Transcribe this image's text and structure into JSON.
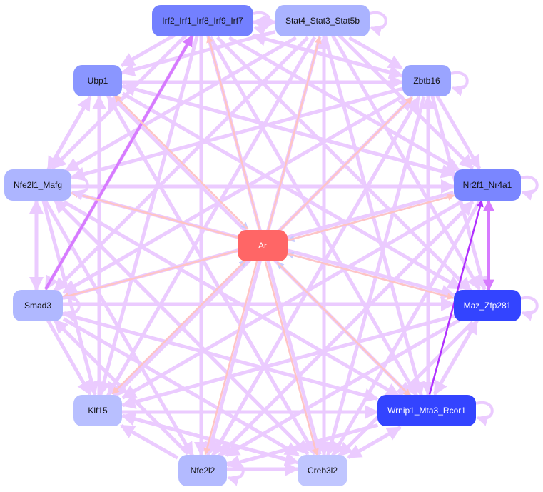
{
  "graph": {
    "nodes": [
      {
        "id": "irf",
        "label": "Irf2_Irf1_Irf8_Irf9_Irf7",
        "fill": "#7380ff",
        "text": "#111111"
      },
      {
        "id": "stat",
        "label": "Stat4_Stat3_Stat5b",
        "fill": "#aab3ff",
        "text": "#111111"
      },
      {
        "id": "ubp",
        "label": "Ubp1",
        "fill": "#8a96ff",
        "text": "#111111"
      },
      {
        "id": "zbtb",
        "label": "Zbtb16",
        "fill": "#9aa4ff",
        "text": "#111111"
      },
      {
        "id": "nfe1",
        "label": "Nfe2l1_Mafg",
        "fill": "#adb5ff",
        "text": "#111111"
      },
      {
        "id": "nr2",
        "label": "Nr2f1_Nr4a1",
        "fill": "#7a86ff",
        "text": "#111111"
      },
      {
        "id": "ar",
        "label": "Ar",
        "fill": "#ff6666",
        "text": "#ffffff"
      },
      {
        "id": "smad",
        "label": "Smad3",
        "fill": "#b0b8ff",
        "text": "#111111"
      },
      {
        "id": "maz",
        "label": "Maz_Zfp281",
        "fill": "#3344ff",
        "text": "#ffffff"
      },
      {
        "id": "klf",
        "label": "Klf15",
        "fill": "#b8bfff",
        "text": "#111111"
      },
      {
        "id": "wrn",
        "label": "Wrnip1_Mta3_Rcor1",
        "fill": "#3344ff",
        "text": "#ffffff"
      },
      {
        "id": "nfe2",
        "label": "Nfe2l2",
        "fill": "#b3baff",
        "text": "#111111"
      },
      {
        "id": "creb",
        "label": "Creb3l2",
        "fill": "#c0c6ff",
        "text": "#111111"
      }
    ],
    "edge_colors": {
      "tf": "#ebcbff",
      "ar_out": "#ffc4c4",
      "ar_in": "#c8ccff",
      "strong": "#b030ff",
      "medium": "#d77bff"
    },
    "edges": [
      [
        "irf",
        "stat",
        "tf"
      ],
      [
        "stat",
        "irf",
        "tf"
      ],
      [
        "irf",
        "ubp",
        "tf"
      ],
      [
        "irf",
        "zbtb",
        "tf"
      ],
      [
        "irf",
        "nfe1",
        "tf"
      ],
      [
        "irf",
        "nr2",
        "tf"
      ],
      [
        "irf",
        "smad",
        "tf"
      ],
      [
        "irf",
        "maz",
        "tf"
      ],
      [
        "irf",
        "klf",
        "tf"
      ],
      [
        "irf",
        "wrn",
        "tf"
      ],
      [
        "irf",
        "nfe2",
        "tf"
      ],
      [
        "irf",
        "creb",
        "tf"
      ],
      [
        "stat",
        "ubp",
        "tf"
      ],
      [
        "stat",
        "zbtb",
        "tf"
      ],
      [
        "stat",
        "nfe1",
        "tf"
      ],
      [
        "stat",
        "nr2",
        "tf"
      ],
      [
        "stat",
        "smad",
        "tf"
      ],
      [
        "stat",
        "maz",
        "tf"
      ],
      [
        "stat",
        "klf",
        "tf"
      ],
      [
        "stat",
        "wrn",
        "tf"
      ],
      [
        "stat",
        "nfe2",
        "tf"
      ],
      [
        "stat",
        "creb",
        "tf"
      ],
      [
        "ubp",
        "zbtb",
        "tf"
      ],
      [
        "ubp",
        "nfe1",
        "tf"
      ],
      [
        "ubp",
        "nr2",
        "tf"
      ],
      [
        "ubp",
        "maz",
        "tf"
      ],
      [
        "ubp",
        "wrn",
        "tf"
      ],
      [
        "ubp",
        "creb",
        "tf"
      ],
      [
        "zbtb",
        "nfe1",
        "tf"
      ],
      [
        "zbtb",
        "nr2",
        "tf"
      ],
      [
        "zbtb",
        "smad",
        "tf"
      ],
      [
        "zbtb",
        "maz",
        "tf"
      ],
      [
        "zbtb",
        "klf",
        "tf"
      ],
      [
        "zbtb",
        "wrn",
        "tf"
      ],
      [
        "zbtb",
        "nfe2",
        "tf"
      ],
      [
        "zbtb",
        "creb",
        "tf"
      ],
      [
        "zbtb",
        "irf",
        "tf"
      ],
      [
        "nfe1",
        "nr2",
        "tf"
      ],
      [
        "nfe1",
        "smad",
        "tf"
      ],
      [
        "nfe1",
        "maz",
        "tf"
      ],
      [
        "nfe1",
        "klf",
        "tf"
      ],
      [
        "nfe1",
        "wrn",
        "tf"
      ],
      [
        "nfe1",
        "nfe2",
        "tf"
      ],
      [
        "nfe1",
        "creb",
        "tf"
      ],
      [
        "nfe1",
        "ubp",
        "tf"
      ],
      [
        "nr2",
        "smad",
        "tf"
      ],
      [
        "nr2",
        "klf",
        "tf"
      ],
      [
        "nr2",
        "nfe2",
        "tf"
      ],
      [
        "nr2",
        "creb",
        "tf"
      ],
      [
        "nr2",
        "ubp",
        "tf"
      ],
      [
        "smad",
        "maz",
        "tf"
      ],
      [
        "smad",
        "klf",
        "tf"
      ],
      [
        "smad",
        "wrn",
        "tf"
      ],
      [
        "smad",
        "creb",
        "tf"
      ],
      [
        "smad",
        "nfe1",
        "tf"
      ],
      [
        "smad",
        "irf",
        "medium"
      ],
      [
        "maz",
        "klf",
        "tf"
      ],
      [
        "maz",
        "nfe2",
        "tf"
      ],
      [
        "maz",
        "creb",
        "tf"
      ],
      [
        "maz",
        "wrn",
        "tf"
      ],
      [
        "klf",
        "wrn",
        "tf"
      ],
      [
        "klf",
        "creb",
        "tf"
      ],
      [
        "klf",
        "ubp",
        "tf"
      ],
      [
        "klf",
        "zbtb",
        "tf"
      ],
      [
        "wrn",
        "nfe2",
        "tf"
      ],
      [
        "wrn",
        "creb",
        "tf"
      ],
      [
        "wrn",
        "maz",
        "tf"
      ],
      [
        "wrn",
        "zbtb",
        "tf"
      ],
      [
        "nfe2",
        "creb",
        "tf"
      ],
      [
        "nfe2",
        "klf",
        "tf"
      ],
      [
        "nfe2",
        "smad",
        "tf"
      ],
      [
        "nfe2",
        "nr2",
        "tf"
      ],
      [
        "nfe2",
        "zbtb",
        "tf"
      ],
      [
        "creb",
        "wrn",
        "tf"
      ],
      [
        "creb",
        "nfe1",
        "tf"
      ],
      [
        "creb",
        "ubp",
        "tf"
      ],
      [
        "creb",
        "klf",
        "tf"
      ],
      [
        "creb",
        "stat",
        "tf"
      ],
      [
        "nr2",
        "maz",
        "medium"
      ],
      [
        "maz",
        "nr2",
        "medium"
      ],
      [
        "wrn",
        "nr2",
        "strong"
      ],
      [
        "ar",
        "irf",
        "ar_out"
      ],
      [
        "ar",
        "stat",
        "ar_out"
      ],
      [
        "ar",
        "ubp",
        "ar_out"
      ],
      [
        "ar",
        "zbtb",
        "ar_out"
      ],
      [
        "ar",
        "nfe1",
        "ar_out"
      ],
      [
        "ar",
        "nr2",
        "ar_out"
      ],
      [
        "ar",
        "smad",
        "ar_out"
      ],
      [
        "ar",
        "maz",
        "ar_out"
      ],
      [
        "ar",
        "klf",
        "ar_out"
      ],
      [
        "ar",
        "wrn",
        "ar_out"
      ],
      [
        "ar",
        "nfe2",
        "ar_out"
      ],
      [
        "ar",
        "creb",
        "ar_out"
      ],
      [
        "ubp",
        "ar",
        "ar_in"
      ],
      [
        "nr2",
        "ar",
        "ar_in"
      ],
      [
        "maz",
        "ar",
        "ar_in"
      ],
      [
        "klf",
        "ar",
        "ar_in"
      ],
      [
        "wrn",
        "ar",
        "ar_in"
      ]
    ],
    "self_loops": [
      "irf",
      "stat",
      "zbtb",
      "nfe1",
      "nr2",
      "smad",
      "maz",
      "wrn",
      "nfe2"
    ]
  }
}
